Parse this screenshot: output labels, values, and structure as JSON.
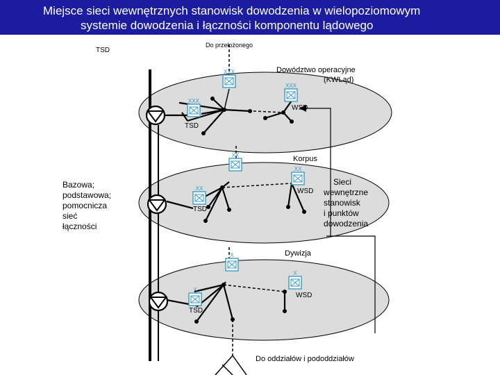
{
  "title": {
    "line1": "Miejsce sieci wewnętrznych stanowisk dowodzenia w wielopoziomowym",
    "line2": "systemie dowodzenia i łączności  komponentu lądowego"
  },
  "labels": {
    "tsd_top": "TSD",
    "superior": "Do przełożonego",
    "command_line1": "Dowództwo operacyjne",
    "command_line2": "(KWLąd)",
    "corps": "Korpus",
    "division": "Dywizja",
    "base_net": [
      "Bazowa;",
      "podstawowa;",
      "pomocnicza",
      "sieć",
      "łączności"
    ],
    "internal_nets": [
      "Sieci",
      "wewnętrzne",
      "stanowisk",
      "i punktów",
      "dowodzenia"
    ],
    "subunits": "Do oddziałów i pododdziałów"
  },
  "levels": [
    {
      "name": "command",
      "hq_mark": "XXX",
      "wsd_mark": "XXX",
      "tsd_mark": "XXX",
      "tsd_label": "TSD",
      "wsd_label": "WSD"
    },
    {
      "name": "corps",
      "hq_mark": "XX",
      "wsd_mark": "XX",
      "tsd_mark": "XX",
      "tsd_label": "TSD",
      "wsd_label": "WSD"
    },
    {
      "name": "division",
      "hq_mark": "X",
      "wsd_mark": "X",
      "tsd_mark": "X",
      "tsd_label": "TSD",
      "wsd_label": "WSD"
    }
  ],
  "colors": {
    "title_bg": "#1c1ca0",
    "title_text": "#ffffff",
    "ellipse_fill": "#dcdcdc",
    "symbol_frame": "#3b9bc6",
    "line": "#000000"
  }
}
